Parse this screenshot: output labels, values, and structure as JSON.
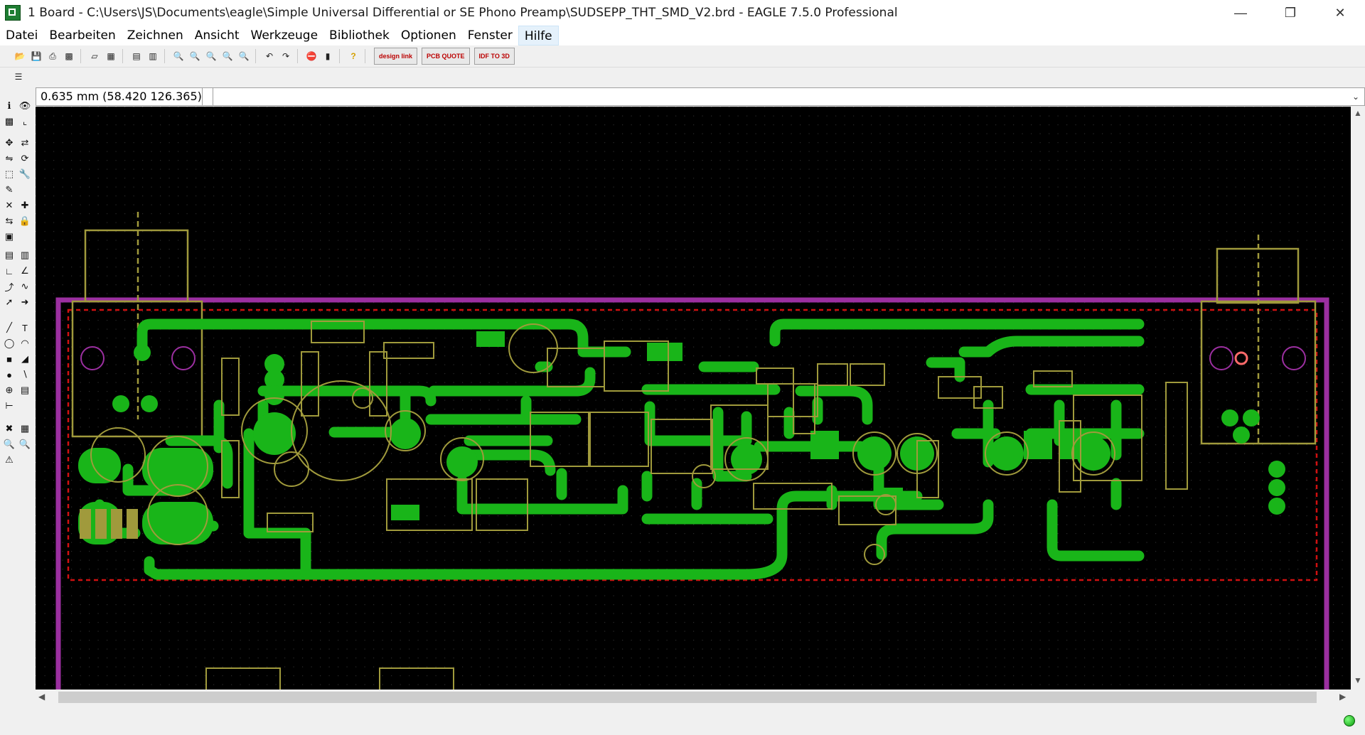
{
  "window": {
    "title": "1 Board - C:\\Users\\JS\\Documents\\eagle\\Simple Universal Differential or SE Phono Preamp\\SUDSEPP_THT_SMD_V2.brd - EAGLE 7.5.0 Professional",
    "minimize_icon": "minimize-icon",
    "maximize_icon": "restore-icon",
    "close_icon": "close-icon"
  },
  "menu": {
    "items": [
      "Datei",
      "Bearbeiten",
      "Zeichnen",
      "Ansicht",
      "Werkzeuge",
      "Bibliothek",
      "Optionen",
      "Fenster",
      "Hilfe"
    ],
    "active": "Hilfe"
  },
  "toolbar": {
    "buttons": [
      "open-icon",
      "save-icon",
      "print-icon",
      "cam-icon",
      "script-icon",
      "library-icon",
      "zoom-icons",
      "undo-icon",
      "redo-icon",
      "stop-icon",
      "run-icon",
      "help-icon"
    ],
    "designlink_label": "design link",
    "pcbquote_label": "PCB QUOTE",
    "idf_label": "IDF TO 3D"
  },
  "coordinates": {
    "grid_and_position": "0.635 mm (58.420 126.365)",
    "command": ""
  },
  "colors": {
    "canvas_background": "#000000",
    "grid_dot": "#2a2a2a",
    "board_outline": "#9b2fa0",
    "top_copper": "#19b519",
    "silkscreen": "#a09a3c",
    "restrict_outline": "#d01010",
    "status_ok": "#1fcf1f"
  }
}
